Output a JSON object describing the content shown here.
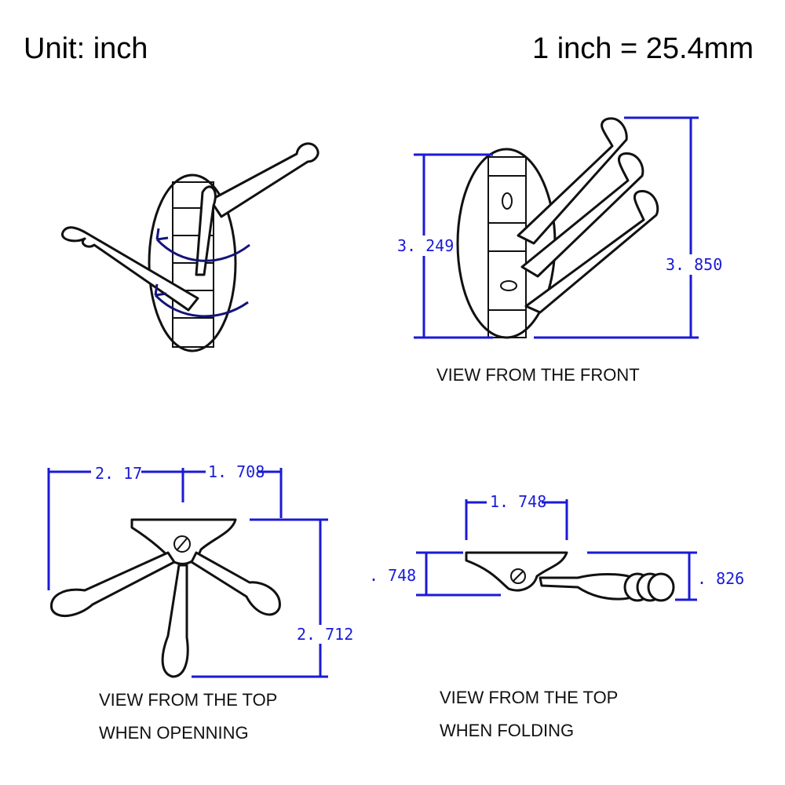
{
  "header": {
    "unit_label": "Unit: inch",
    "conversion_label": "1 inch = 25.4mm"
  },
  "front_view": {
    "caption": "VIEW FROM THE FRONT",
    "height_plate": "3. 249",
    "height_total": "3. 850"
  },
  "top_open_view": {
    "caption_line1": "VIEW FROM THE TOP",
    "caption_line2": "WHEN OPENNING",
    "width_left": "2. 17",
    "width_right": "1. 708",
    "depth": "2. 712"
  },
  "top_fold_view": {
    "caption_line1": "VIEW FROM THE TOP",
    "caption_line2": "WHEN FOLDING",
    "plate_width": "1. 748",
    "plate_depth": ". 748",
    "arm_depth": ". 826"
  },
  "colors": {
    "dimension": "#1a1ad6",
    "line": "#111111",
    "arrow": "#14147a"
  }
}
